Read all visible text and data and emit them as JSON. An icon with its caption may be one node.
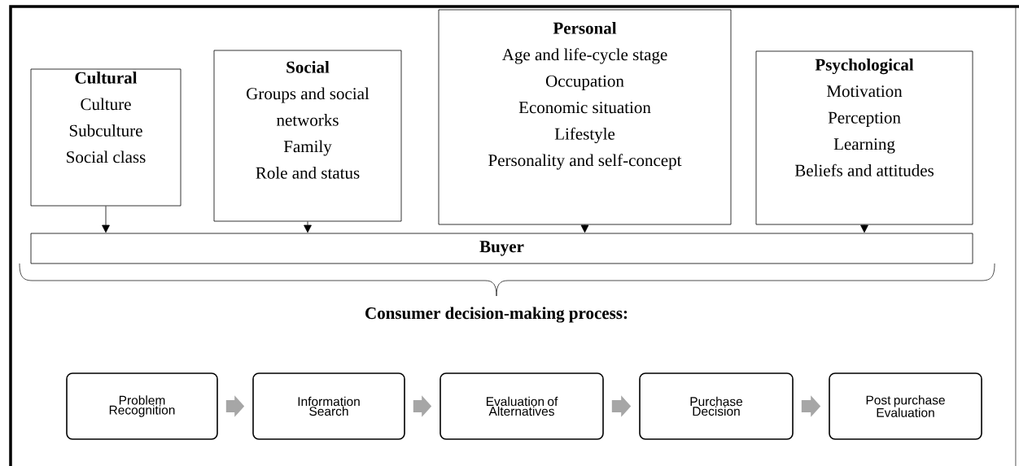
{
  "diagram": {
    "nodes": [
      {
        "text": [
          "Cultural",
          "Culture",
          "Subculture",
          "Social class"
        ]
      },
      {
        "text": [
          "Social",
          "Groups and social networks",
          "Family",
          "Role and status"
        ]
      },
      {
        "text": [
          "Personal",
          "Age and life-cycle stage",
          "Occupation",
          "Economic situation",
          "Lifestyle",
          "Personality and self-concept"
        ]
      },
      {
        "text": [
          "Psychological",
          "Motivation",
          "Perception",
          "Learning",
          "Beliefs and attitudes"
        ]
      },
      {
        "text": [
          "Buyer"
        ]
      },
      {
        "text": [
          "Problem Recognition"
        ]
      },
      {
        "text": [
          "Information Search"
        ]
      },
      {
        "text": [
          "Evaluation of Alternatives"
        ]
      },
      {
        "text": [
          "Purchase Decision"
        ]
      },
      {
        "text": [
          "Post purchase Evaluation"
        ]
      }
    ],
    "edges": [
      {
        "from": 0,
        "to": 4,
        "arrow": "to"
      },
      {
        "from": 1,
        "to": 4,
        "arrow": "to"
      },
      {
        "from": 2,
        "to": 4,
        "arrow": "to"
      },
      {
        "from": 3,
        "to": 4,
        "arrow": "to"
      },
      {
        "from": 5,
        "to": 6,
        "arrow": "to",
        "style": "thick",
        "color": "#a6a6a6"
      },
      {
        "from": 6,
        "to": 7,
        "arrow": "to",
        "style": "thick",
        "color": "#a6a6a6"
      },
      {
        "from": 7,
        "to": 8,
        "arrow": "to",
        "style": "thick",
        "color": "#a6a6a6"
      },
      {
        "from": 8,
        "to": 9,
        "arrow": "to",
        "style": "thick",
        "color": "#a6a6a6"
      }
    ],
    "labels": [
      "Consumer decision-making process:"
    ]
  }
}
